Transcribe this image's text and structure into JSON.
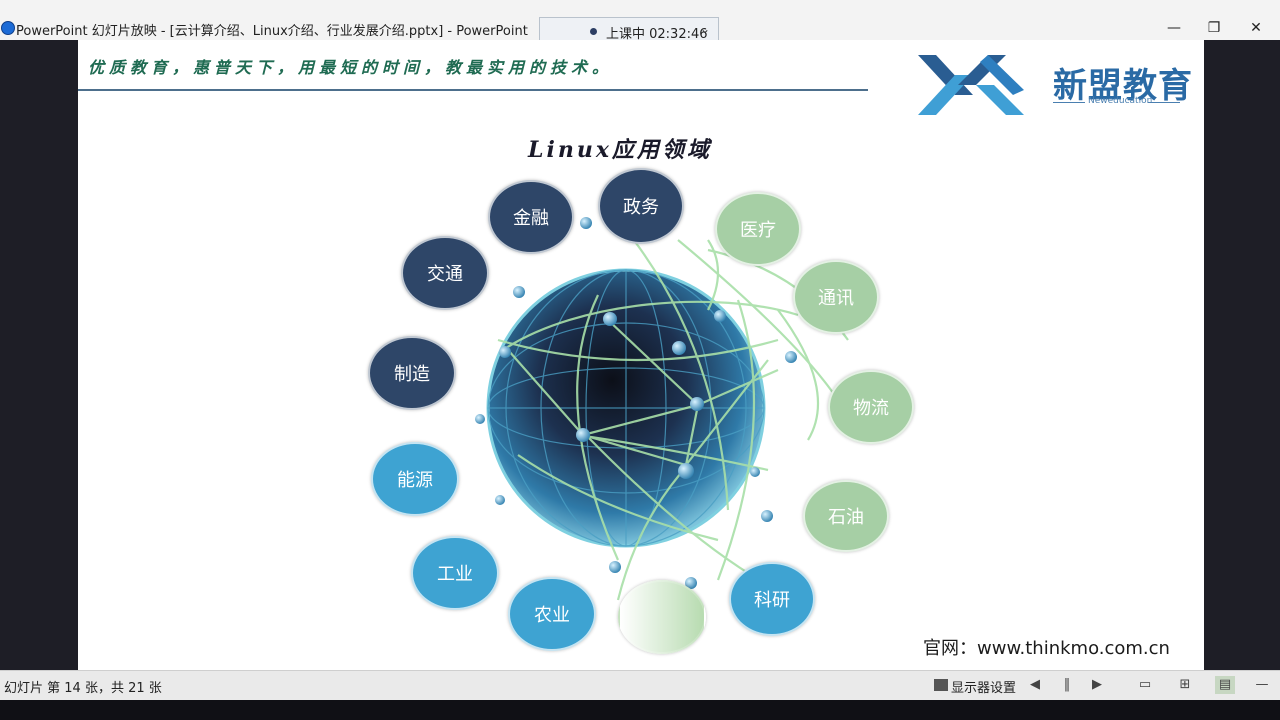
{
  "window": {
    "title": "PowerPoint 幻灯片放映 - [云计算介绍、Linux介绍、行业发展介绍.pptx] - PowerPoint",
    "timer": "上课中 02:32:46",
    "timer_chevron": "⌄",
    "minimize": "—",
    "restore": "❐",
    "close": "✕"
  },
  "slide": {
    "slogan": "优质教育，惠普天下，用最短的时间，教最实用的技术。",
    "logo_text": "新盟教育",
    "logo_sub": "Neweducation",
    "title": "Linux应用领域",
    "website": "官网：www.thinkmo.com.cn",
    "bubbles": [
      {
        "label": "金融",
        "style": "dark"
      },
      {
        "label": "政务",
        "style": "dark"
      },
      {
        "label": "医疗",
        "style": "green"
      },
      {
        "label": "交通",
        "style": "dark"
      },
      {
        "label": "通讯",
        "style": "green"
      },
      {
        "label": "制造",
        "style": "dark"
      },
      {
        "label": "物流",
        "style": "green"
      },
      {
        "label": "能源",
        "style": "blue"
      },
      {
        "label": "石油",
        "style": "green"
      },
      {
        "label": "工业",
        "style": "blue"
      },
      {
        "label": "科研",
        "style": "blue"
      },
      {
        "label": "农业",
        "style": "blue"
      },
      {
        "label": "",
        "style": "fade"
      }
    ]
  },
  "statusbar": {
    "slide_count": "幻灯片 第 14 张，共 21 张",
    "presenter": "显示器设置",
    "buttons": [
      "◀",
      "‖",
      "▶",
      "▭",
      "⊞",
      "▤",
      "—"
    ]
  },
  "colors": {
    "dark": "#2e4668",
    "green": "#a6cfa5",
    "blue": "#3ea3d2",
    "slogan": "#1f6b52",
    "logo": "#2a6aa5"
  }
}
